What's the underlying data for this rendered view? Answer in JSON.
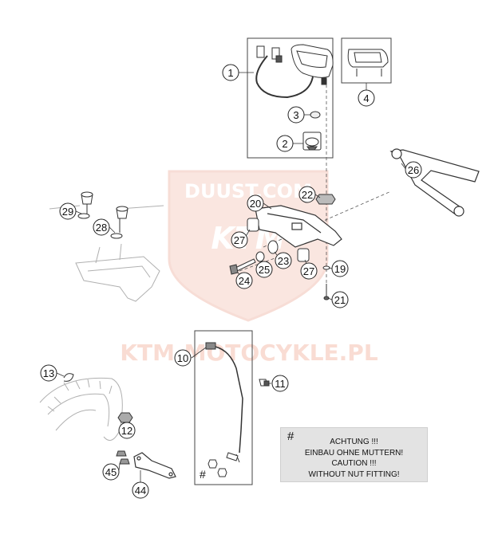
{
  "watermarks": {
    "logo_top": "DUUST.COM",
    "logo_mid": "KTM",
    "site": "KTM-MOTOCYKLE.PL"
  },
  "callouts": [
    {
      "id": "1"
    },
    {
      "id": "3"
    },
    {
      "id": "2"
    },
    {
      "id": "4"
    },
    {
      "id": "26"
    },
    {
      "id": "22"
    },
    {
      "id": "20"
    },
    {
      "id": "29"
    },
    {
      "id": "28"
    },
    {
      "id": "27"
    },
    {
      "id": "23"
    },
    {
      "id": "25"
    },
    {
      "id": "24"
    },
    {
      "id": "27"
    },
    {
      "id": "19"
    },
    {
      "id": "21"
    },
    {
      "id": "10"
    },
    {
      "id": "11"
    },
    {
      "id": "13"
    },
    {
      "id": "12"
    },
    {
      "id": "45"
    },
    {
      "id": "44"
    }
  ],
  "hash_symbol": "#",
  "note": {
    "symbol": "#",
    "lines": [
      "ACHTUNG !!!",
      "EINBAU OHNE MUTTERN!",
      "CAUTION !!!",
      "WITHOUT NUT FITTING!"
    ]
  },
  "colors": {
    "line": "#333333",
    "ghost": "#b0b0b0",
    "watermark": "#f2c3b6",
    "note_bg": "#e3e3e3"
  }
}
